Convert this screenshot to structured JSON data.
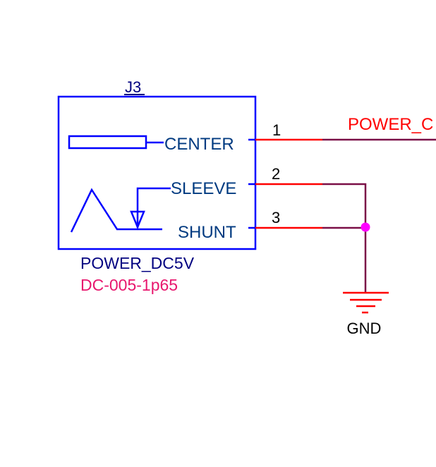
{
  "component": {
    "designator": "J3",
    "value": "POWER_DC5V",
    "part_number": "DC-005-1p65",
    "pins": [
      {
        "number": "1",
        "name": "CENTER"
      },
      {
        "number": "2",
        "name": "SLEEVE"
      },
      {
        "number": "3",
        "name": "SHUNT"
      }
    ]
  },
  "nets": {
    "power_net_label": "POWER_C",
    "ground_label": "GND"
  },
  "colors": {
    "symbol": "#0000ff",
    "pin_text": "#003a80",
    "designator": "#000080",
    "part_number": "#e8176e",
    "pin_line": "#ff0000",
    "wire": "#7a0f47",
    "junction": "#ff00ff",
    "net_label": "#ff0000"
  }
}
